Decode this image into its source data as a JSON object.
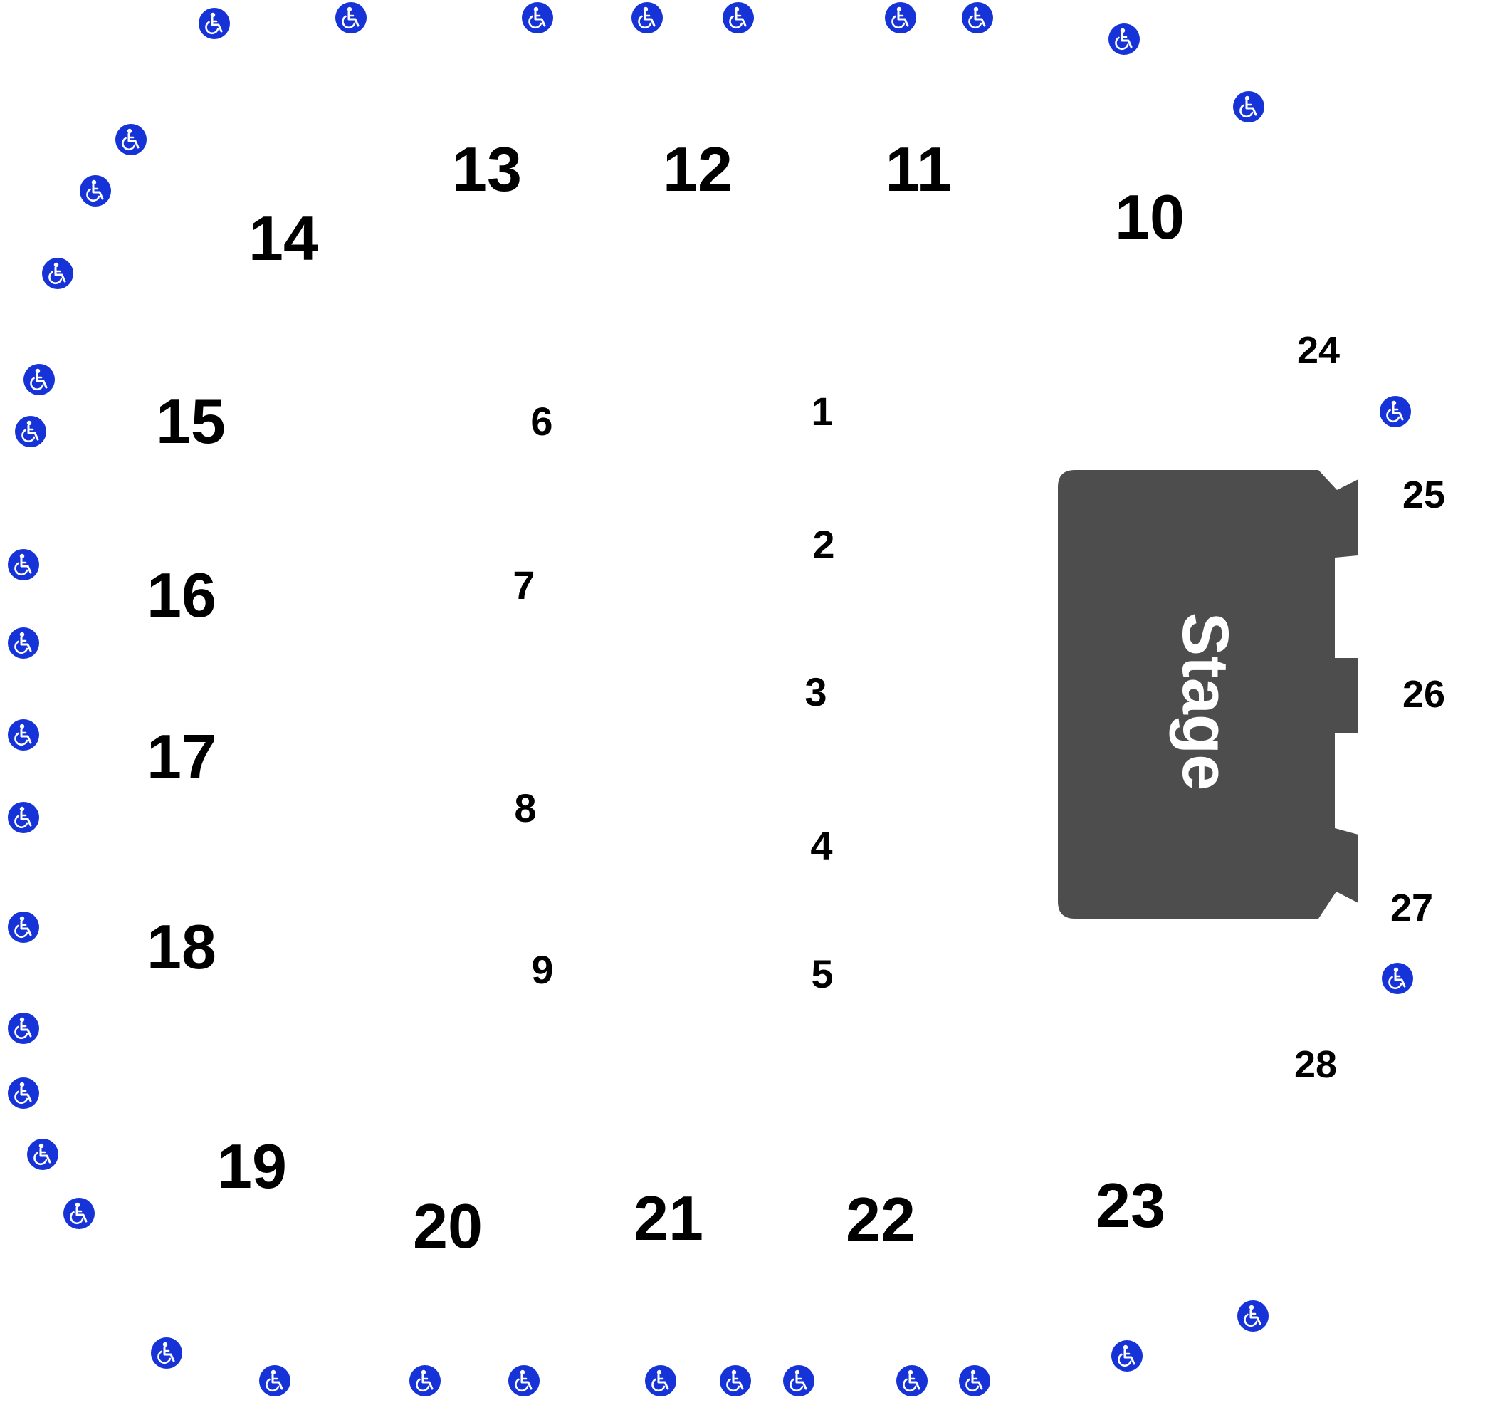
{
  "venue_map": {
    "stage_label": "Stage",
    "colors": {
      "stage": "#4d4d4d",
      "accessible": "#1533d6",
      "text": "#000000"
    },
    "icon": "wheelchair-accessible-icon",
    "sections": [
      "1",
      "2",
      "3",
      "4",
      "5",
      "6",
      "7",
      "8",
      "9",
      "10",
      "11",
      "12",
      "13",
      "14",
      "15",
      "16",
      "17",
      "18",
      "19",
      "20",
      "21",
      "22",
      "23",
      "24",
      "25",
      "26",
      "27",
      "28"
    ]
  }
}
